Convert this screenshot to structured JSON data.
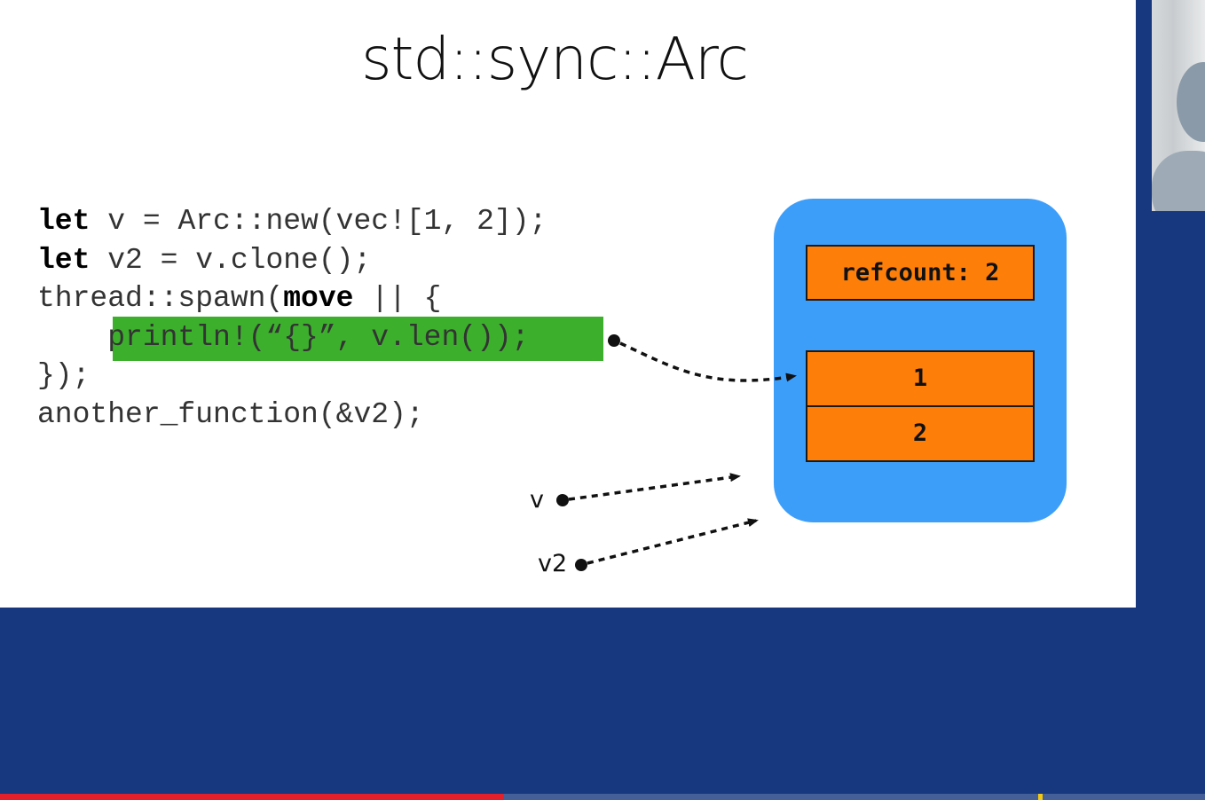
{
  "slide": {
    "title": "std::sync::Arc",
    "code_lines": [
      [
        {
          "t": "let",
          "kw": true
        },
        {
          "t": " v = Arc::new(vec![1, 2]);"
        }
      ],
      [
        {
          "t": "let",
          "kw": true
        },
        {
          "t": " v2 = v.clone();"
        }
      ],
      [
        {
          "t": "thread::spawn("
        },
        {
          "t": "move",
          "kw": true
        },
        {
          "t": " || {"
        }
      ],
      [
        {
          "t": "    println!(“{}”, v.len());"
        }
      ],
      [
        {
          "t": "});"
        }
      ],
      [
        {
          "t": "another_function(&v2);"
        }
      ]
    ],
    "highlighted_line": 3,
    "highlight_color": "#3cb02c",
    "diagram": {
      "box_color": "#3d9efa",
      "cell_color": "#fd7f0a",
      "refcount_label": "refcount: 2",
      "elements": [
        "1",
        "2"
      ],
      "var_v": "v",
      "var_v2": "v2"
    }
  },
  "video": {
    "progress": 0.418,
    "progress_color": "#e1202b",
    "background_color": "#17377f"
  }
}
